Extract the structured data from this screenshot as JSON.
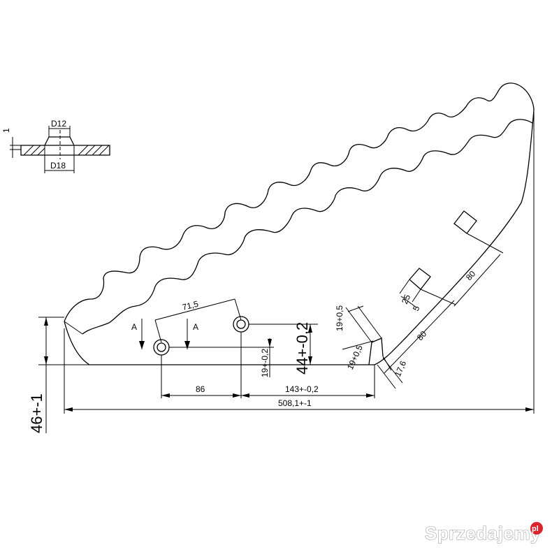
{
  "drawing": {
    "detail": {
      "top_diameter": "D12",
      "bottom_diameter": "D18",
      "thickness": "1"
    },
    "dimensions": {
      "hole_spacing_diag": "71,5",
      "section_left": "A",
      "section_right": "A",
      "height_total": "46+-1",
      "height_hole": "44+-0,2",
      "hole_offset_small": "19+-0,2",
      "span_86": "86",
      "span_143": "143+-0,2",
      "length_total": "508,1+-1",
      "slot_width_top": "19+0,5",
      "slot_width_bottom": "19+0,5",
      "slot_angle_width": "17,6",
      "diag_80_lower": "80",
      "diag_80_upper": "80",
      "slot_25": "25",
      "slot_5": "5"
    },
    "watermark": {
      "text": "Sprzedajemy",
      "suffix": "pl"
    }
  }
}
